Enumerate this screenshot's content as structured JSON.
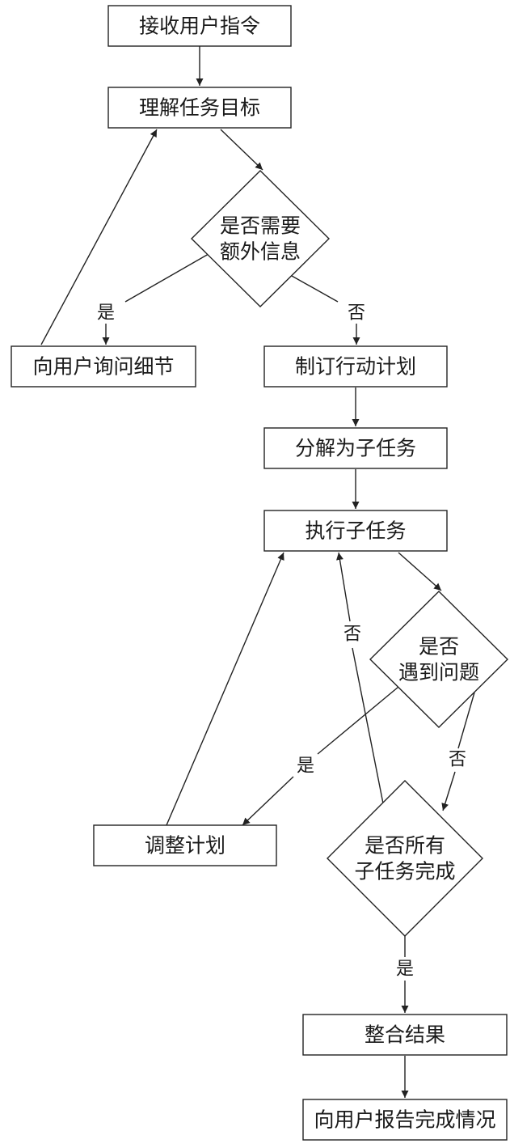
{
  "diagram": {
    "nodes": {
      "receive": {
        "lines": [
          "接收用户指令"
        ]
      },
      "understand": {
        "lines": [
          "理解任务目标"
        ]
      },
      "need_info": {
        "lines": [
          "是否需要",
          "额外信息"
        ]
      },
      "ask_details": {
        "lines": [
          "向用户询问细节"
        ]
      },
      "make_plan": {
        "lines": [
          "制订行动计划"
        ]
      },
      "decompose": {
        "lines": [
          "分解为子任务"
        ]
      },
      "execute": {
        "lines": [
          "执行子任务"
        ]
      },
      "problem": {
        "lines": [
          "是否",
          "遇到问题"
        ]
      },
      "adjust": {
        "lines": [
          "调整计划"
        ]
      },
      "all_done": {
        "lines": [
          "是否所有",
          "子任务完成"
        ]
      },
      "integrate": {
        "lines": [
          "整合结果"
        ]
      },
      "report": {
        "lines": [
          "向用户报告完成情况"
        ]
      }
    },
    "edges": [
      {
        "from": "receive",
        "to": "understand",
        "label": ""
      },
      {
        "from": "understand",
        "to": "need_info",
        "label": ""
      },
      {
        "from": "need_info",
        "to": "ask_details",
        "label": "是"
      },
      {
        "from": "need_info",
        "to": "make_plan",
        "label": "否"
      },
      {
        "from": "ask_details",
        "to": "understand",
        "label": ""
      },
      {
        "from": "make_plan",
        "to": "decompose",
        "label": ""
      },
      {
        "from": "decompose",
        "to": "execute",
        "label": ""
      },
      {
        "from": "execute",
        "to": "problem",
        "label": ""
      },
      {
        "from": "problem",
        "to": "adjust",
        "label": "是"
      },
      {
        "from": "adjust",
        "to": "execute",
        "label": ""
      },
      {
        "from": "problem",
        "to": "all_done",
        "label": "否"
      },
      {
        "from": "all_done",
        "to": "execute",
        "label": "否"
      },
      {
        "from": "all_done",
        "to": "integrate",
        "label": "是"
      },
      {
        "from": "integrate",
        "to": "report",
        "label": ""
      }
    ]
  }
}
